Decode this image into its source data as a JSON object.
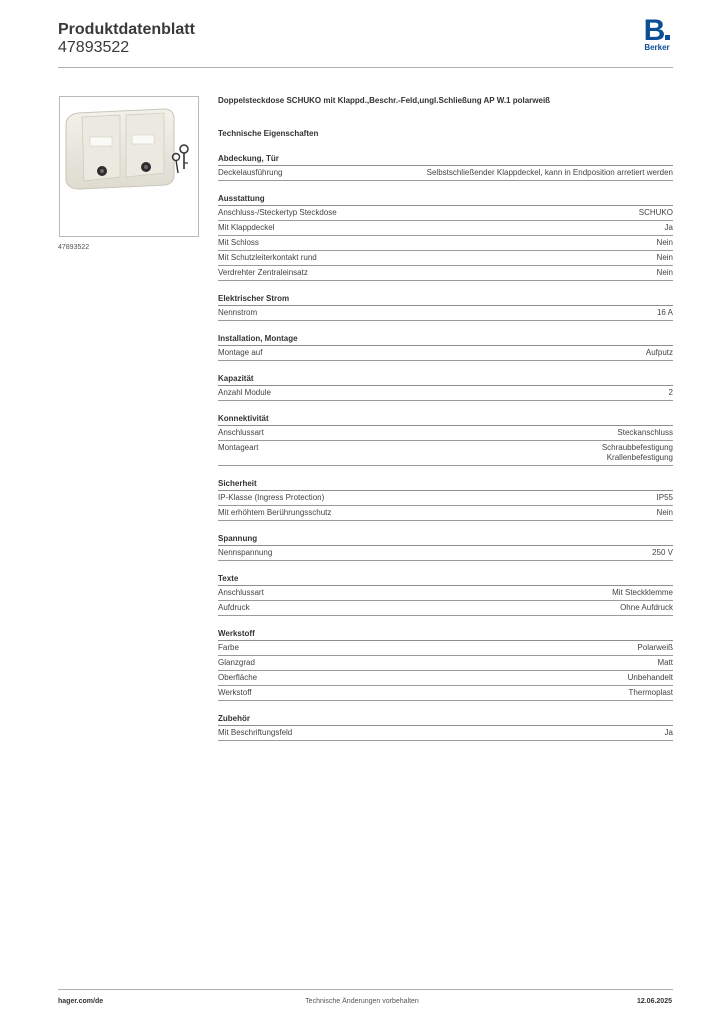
{
  "header": {
    "title": "Produktdatenblatt",
    "number": "47893522",
    "logo_letter": "B",
    "logo_word": "Berker",
    "brand_color": "#0a4e96"
  },
  "image": {
    "caption": "47893522"
  },
  "product_title": "Doppelsteckdose SCHUKO mit Klappd.,Beschr.-Feld,ungl.Schließung AP W.1 polarweiß",
  "spec_heading": "Technische Eigenschaften",
  "sections": [
    {
      "title": "Abdeckung, Tür",
      "rows": [
        {
          "label": "Deckelausführung",
          "value": "Selbstschließender Klappdeckel, kann in Endposition arretiert werden"
        }
      ]
    },
    {
      "title": "Ausstattung",
      "rows": [
        {
          "label": "Anschluss-/Steckertyp Steckdose",
          "value": "SCHUKO"
        },
        {
          "label": "Mit Klappdeckel",
          "value": "Ja"
        },
        {
          "label": "Mit Schloss",
          "value": "Nein"
        },
        {
          "label": "Mit Schutzleiterkontakt rund",
          "value": "Nein"
        },
        {
          "label": "Verdrehter Zentraleinsatz",
          "value": "Nein"
        }
      ]
    },
    {
      "title": "Elektrischer Strom",
      "rows": [
        {
          "label": "Nennstrom",
          "value": "16 A"
        }
      ]
    },
    {
      "title": "Installation, Montage",
      "rows": [
        {
          "label": "Montage auf",
          "value": "Aufputz"
        }
      ]
    },
    {
      "title": "Kapazität",
      "rows": [
        {
          "label": "Anzahl Module",
          "value": "2"
        }
      ]
    },
    {
      "title": "Konnektivität",
      "rows": [
        {
          "label": "Anschlussart",
          "value": "Steckanschluss"
        },
        {
          "label": "Montageart",
          "value": "Schraubbefestigung\nKrallenbefestigung"
        }
      ]
    },
    {
      "title": "Sicherheit",
      "rows": [
        {
          "label": "IP-Klasse (Ingress Protection)",
          "value": "IP55"
        },
        {
          "label": "Mit erhöhtem Berührungsschutz",
          "value": "Nein"
        }
      ]
    },
    {
      "title": "Spannung",
      "rows": [
        {
          "label": "Nennspannung",
          "value": "250 V"
        }
      ]
    },
    {
      "title": "Texte",
      "rows": [
        {
          "label": "Anschlussart",
          "value": "Mit Steckklemme"
        },
        {
          "label": "Aufdruck",
          "value": "Ohne Aufdruck"
        }
      ]
    },
    {
      "title": "Werkstoff",
      "rows": [
        {
          "label": "Farbe",
          "value": "Polarweiß"
        },
        {
          "label": "Glanzgrad",
          "value": "Matt"
        },
        {
          "label": "Oberfläche",
          "value": "Unbehandelt"
        },
        {
          "label": "Werkstoff",
          "value": "Thermoplast"
        }
      ]
    },
    {
      "title": "Zubehör",
      "rows": [
        {
          "label": "Mit Beschriftungsfeld",
          "value": "Ja"
        }
      ]
    }
  ],
  "footer": {
    "left": "hager.com/de",
    "center": "Technische Änderungen vorbehalten",
    "right": "12.06.2025"
  }
}
